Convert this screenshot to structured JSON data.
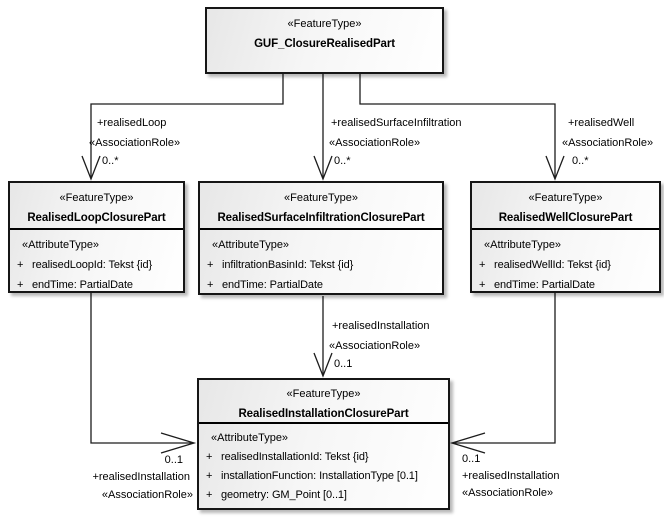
{
  "classes": {
    "guf": {
      "stereotype": "«FeatureType»",
      "name": "GUF_ClosureRealisedPart"
    },
    "loop": {
      "stereotype": "«FeatureType»",
      "name": "RealisedLoopClosurePart",
      "attr_header": "«AttributeType»",
      "attributes": [
        {
          "vis": "+",
          "text": "realisedLoopId: Tekst {id}"
        },
        {
          "vis": "+",
          "text": "endTime: PartialDate"
        }
      ]
    },
    "surface": {
      "stereotype": "«FeatureType»",
      "name": "RealisedSurfaceInfiltrationClosurePart",
      "attr_header": "«AttributeType»",
      "attributes": [
        {
          "vis": "+",
          "text": "infiltrationBasinId: Tekst {id}"
        },
        {
          "vis": "+",
          "text": "endTime: PartialDate"
        }
      ]
    },
    "well": {
      "stereotype": "«FeatureType»",
      "name": "RealisedWellClosurePart",
      "attr_header": "«AttributeType»",
      "attributes": [
        {
          "vis": "+",
          "text": "realisedWellId: Tekst {id}"
        },
        {
          "vis": "+",
          "text": "endTime: PartialDate"
        }
      ]
    },
    "installation": {
      "stereotype": "«FeatureType»",
      "name": "RealisedInstallationClosurePart",
      "attr_header": "«AttributeType»",
      "attributes": [
        {
          "vis": "+",
          "text": "realisedInstallationId: Tekst {id}"
        },
        {
          "vis": "+",
          "text": "installationFunction: InstallationType [0.1]"
        },
        {
          "vis": "+",
          "text": "geometry: GM_Point [0..1]"
        }
      ]
    }
  },
  "associations": {
    "loop": {
      "role": "+realisedLoop",
      "stereotype": "«AssociationRole»",
      "multiplicity": "0..*"
    },
    "surface": {
      "role": "+realisedSurfaceInfiltration",
      "stereotype": "«AssociationRole»",
      "multiplicity": "0..*"
    },
    "well": {
      "role": "+realisedWell",
      "stereotype": "«AssociationRole»",
      "multiplicity": "0..*"
    },
    "installation_mid": {
      "role": "+realisedInstallation",
      "stereotype": "«AssociationRole»",
      "multiplicity": "0..1"
    },
    "installation_left": {
      "role": "+realisedInstallation",
      "stereotype": "«AssociationRole»",
      "multiplicity": "0..1"
    },
    "installation_right": {
      "role": "+realisedInstallation",
      "stereotype": "«AssociationRole»",
      "multiplicity": "0..1"
    }
  },
  "colors": {
    "line": "#1c1c1c",
    "border": "#161616",
    "background": "#ffffff"
  }
}
